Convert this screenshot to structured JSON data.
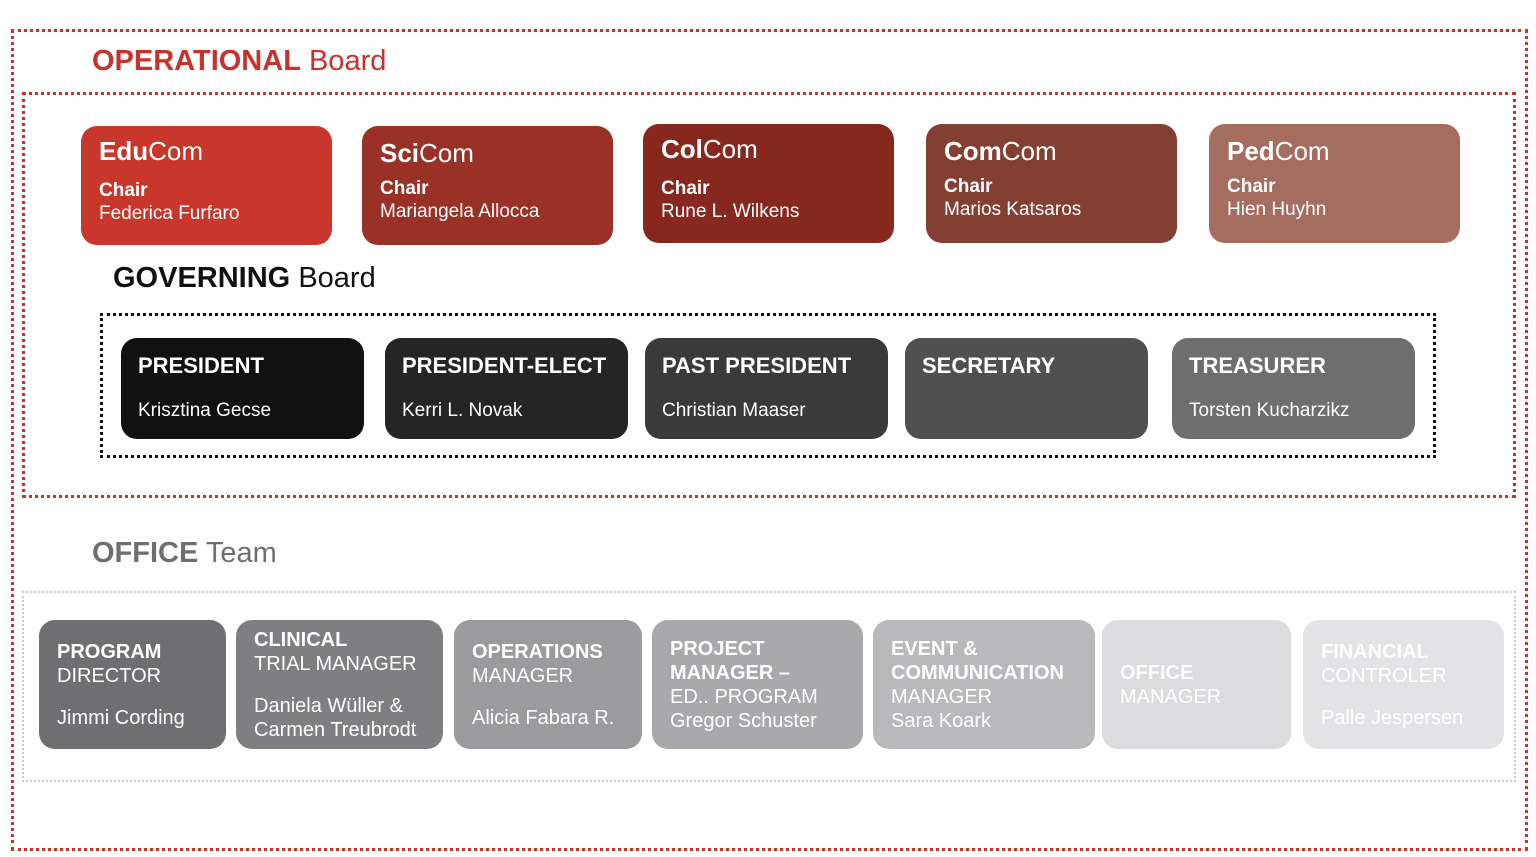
{
  "operational": {
    "title_bold": "OPERATIONAL",
    "title_rest": "Board"
  },
  "committees": [
    {
      "bold": "Edu",
      "rest": "Com",
      "chair_label": "Chair",
      "chair_name": "Federica Furfaro",
      "color": "#c8372c"
    },
    {
      "bold": "Sci",
      "rest": "Com",
      "chair_label": "Chair",
      "chair_name": "Mariangela Allocca",
      "color": "#9a3127"
    },
    {
      "bold": "Col",
      "rest": "Com",
      "chair_label": "Chair",
      "chair_name": "Rune L. Wilkens",
      "color": "#87281f"
    },
    {
      "bold": "Com",
      "rest": "Com",
      "chair_label": "Chair",
      "chair_name": "Marios Katsaros",
      "color": "#843f33"
    },
    {
      "bold": "Ped",
      "rest": "Com",
      "chair_label": "Chair",
      "chair_name": "Hien Huyhn",
      "color": "#a56c60"
    }
  ],
  "governing": {
    "title_bold": "GOVERNING",
    "title_rest": "Board",
    "members": [
      {
        "title": "PRESIDENT",
        "name": "Krisztina Gecse",
        "color": "#111111"
      },
      {
        "title": "PRESIDENT-ELECT",
        "name": "Kerri L. Novak",
        "color": "#252525"
      },
      {
        "title": "PAST PRESIDENT",
        "name": "Christian Maaser",
        "color": "#3a3a3a"
      },
      {
        "title": "SECRETARY",
        "name": "",
        "color": "#505050"
      },
      {
        "title": "TREASURER",
        "name": "Torsten Kucharzikz",
        "color": "#6e6e6e"
      }
    ]
  },
  "office": {
    "title_bold": "OFFICE",
    "title_rest": "Team",
    "members": [
      {
        "lines": [
          {
            "text": "PROGRAM",
            "bold": true
          },
          {
            "text": "DIRECTOR",
            "bold": false
          },
          {
            "gap": true
          },
          {
            "text": "Jimmi Cording",
            "bold": false
          }
        ],
        "color": "#6f6f72",
        "text_color": "#ffffff"
      },
      {
        "lines": [
          {
            "text": "CLINICAL",
            "bold": true
          },
          {
            "text": "TRIAL MANAGER",
            "bold": false
          },
          {
            "gap": true
          },
          {
            "text": "Daniela Wüller &",
            "bold": false
          },
          {
            "text": "Carmen Treubrodt",
            "bold": false
          }
        ],
        "color": "#7f7f82",
        "text_color": "#ffffff"
      },
      {
        "lines": [
          {
            "text": "OPERATIONS",
            "bold": true
          },
          {
            "text": "MANAGER",
            "bold": false
          },
          {
            "gap": true
          },
          {
            "text": "Alicia Fabara R.",
            "bold": false
          }
        ],
        "color": "#9b9b9e",
        "text_color": "#ffffff"
      },
      {
        "lines": [
          {
            "text": "PROJECT",
            "bold": true
          },
          {
            "text": "MANAGER –",
            "bold": true
          },
          {
            "text": "ED.. PROGRAM",
            "bold": false
          },
          {
            "text": "Gregor Schuster",
            "bold": false
          }
        ],
        "color": "#a9a9ac",
        "text_color": "#ffffff"
      },
      {
        "lines": [
          {
            "text": "EVENT &",
            "bold": true
          },
          {
            "text": "COMMUNICATION",
            "bold": true
          },
          {
            "text": "MANAGER",
            "bold": false
          },
          {
            "text": "Sara Koark",
            "bold": false
          }
        ],
        "color": "#b9b9bc",
        "text_color": "#ffffff"
      },
      {
        "lines": [
          {
            "text": "OFFICE",
            "bold": true
          },
          {
            "text": "MANAGER",
            "bold": false
          }
        ],
        "color": "#dcdcdf",
        "text_color": "#ffffff"
      },
      {
        "lines": [
          {
            "text": "FINANCIAL",
            "bold": true
          },
          {
            "text": "CONTROLER",
            "bold": false
          },
          {
            "gap": true
          },
          {
            "text": "Palle Jespersen",
            "bold": false
          }
        ],
        "color": "#e3e3e6",
        "text_color": "#ffffff"
      }
    ]
  }
}
